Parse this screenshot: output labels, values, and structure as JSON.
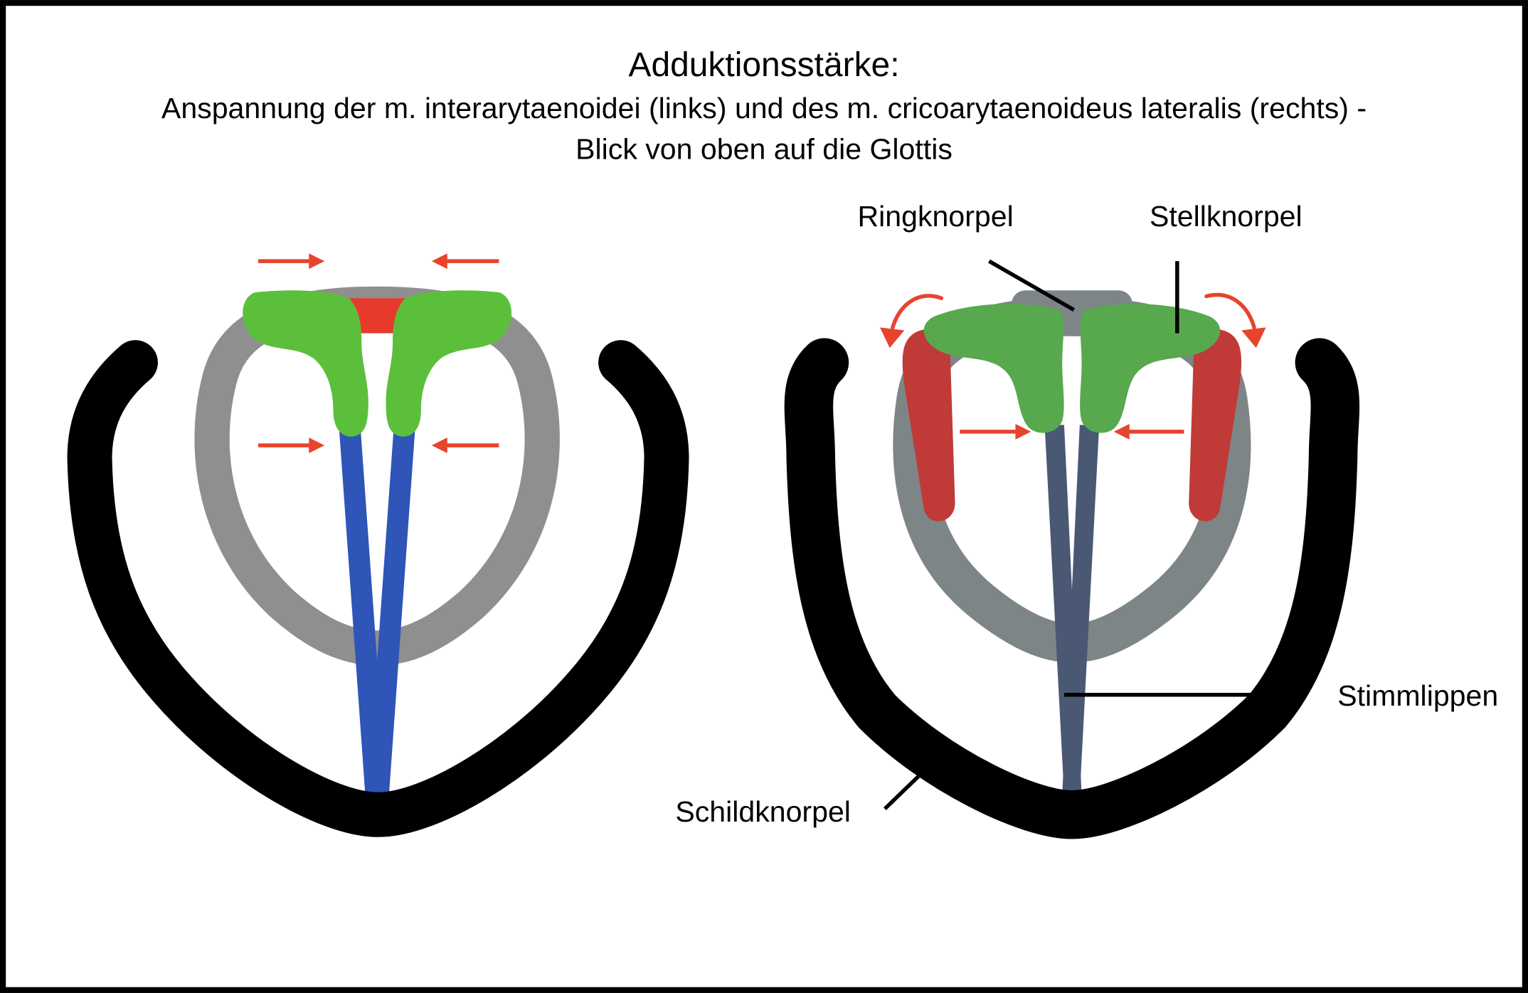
{
  "title": "Adduktionsstärke:",
  "subtitle": [
    "Anspannung der m. interarytaenoidei (links) und des m. cricoarytaenoideus lateralis (rechts) -",
    "Blick von oben auf die Glottis"
  ],
  "labels": {
    "ringknorpel": "Ringknorpel",
    "stellknorpel": "Stellknorpel",
    "stimmlippen": "Stimmlippen",
    "schildknorpel": "Schildknorpel"
  },
  "colors": {
    "thyroid_cartilage": "#000000",
    "cricoid_left": "#8f8f8f",
    "cricoid_right": "#7e8587",
    "arytenoid_left": "#5cbf3b",
    "arytenoid_right": "#58a84e",
    "vocal_folds_left": "#2e55b7",
    "vocal_folds_right": "#4a5873",
    "interarytenoid_muscle": "#e63b2c",
    "cricoarytenoid_muscle": "#c03a37",
    "arrows": "#e8432d"
  }
}
